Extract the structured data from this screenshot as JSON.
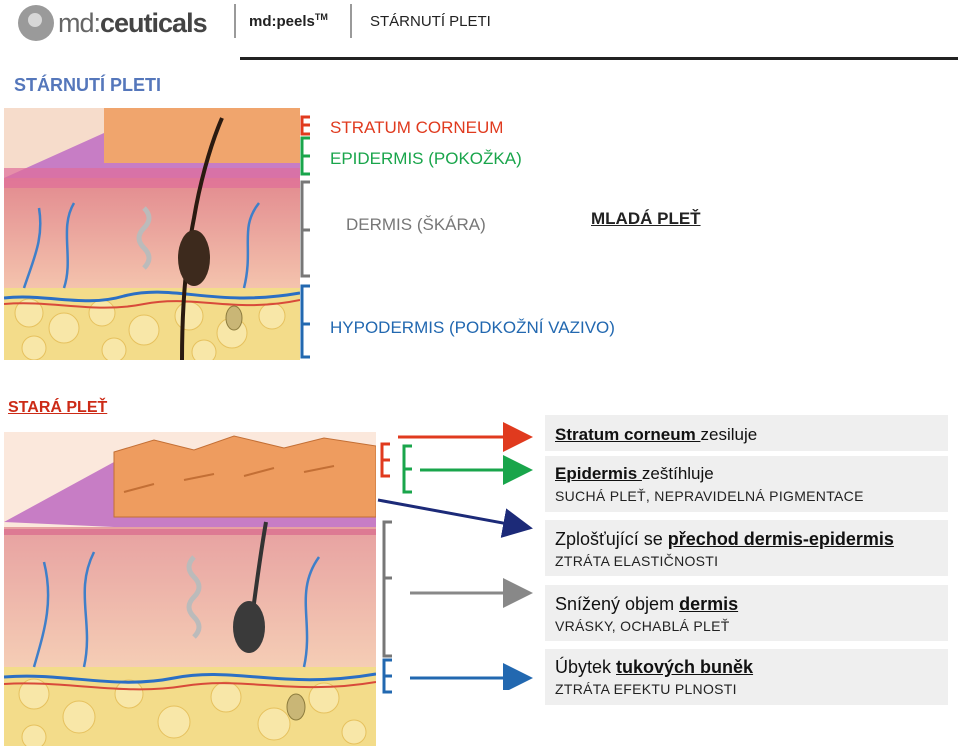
{
  "header": {
    "logo_text_light": "md:",
    "logo_text_bold": "ceuticals",
    "product": "md:peels",
    "product_tm": "TM",
    "section": "STÁRNUTÍ PLETI"
  },
  "title": "STÁRNUTÍ PLETI",
  "young": {
    "layers": [
      {
        "label": "STRATUM CORNEUM",
        "color": "#e03a1e"
      },
      {
        "label": "EPIDERMIS (POKOŽKA)",
        "color": "#19a54b"
      },
      {
        "label": "DERMIS (ŠKÁRA)",
        "color": "#777777"
      },
      {
        "label": "HYPODERMIS (PODKOŽNÍ VAZIVO)",
        "color": "#2268b0"
      }
    ],
    "caption": "MLADÁ PLEŤ"
  },
  "old": {
    "caption": "STARÁ PLEŤ",
    "items": [
      {
        "pre": "",
        "u": "Stratum corneum ",
        "post": "zesiluje",
        "sub": "",
        "arrow": "#e03a1e"
      },
      {
        "pre": "",
        "u": "Epidermis ",
        "post": "zeštíhluje",
        "sub": "SUCHÁ PLEŤ, NEPRAVIDELNÁ PIGMENTACE",
        "arrow": "#19a54b"
      },
      {
        "pre": "Zplošťující se ",
        "u": "přechod dermis-epidermis",
        "post": "",
        "sub": "ZTRÁTA ELASTIČNOSTI",
        "arrow": "#1c2a78"
      },
      {
        "pre": "Snížený objem ",
        "u": "dermis",
        "post": "",
        "sub": "VRÁSKY, OCHABLÁ PLEŤ",
        "arrow": "#888888"
      },
      {
        "pre": "Úbytek ",
        "u": "tukových buněk",
        "post": "",
        "sub": "ZTRÁTA EFEKTU PLNOSTI",
        "arrow": "#2268b0"
      }
    ]
  }
}
